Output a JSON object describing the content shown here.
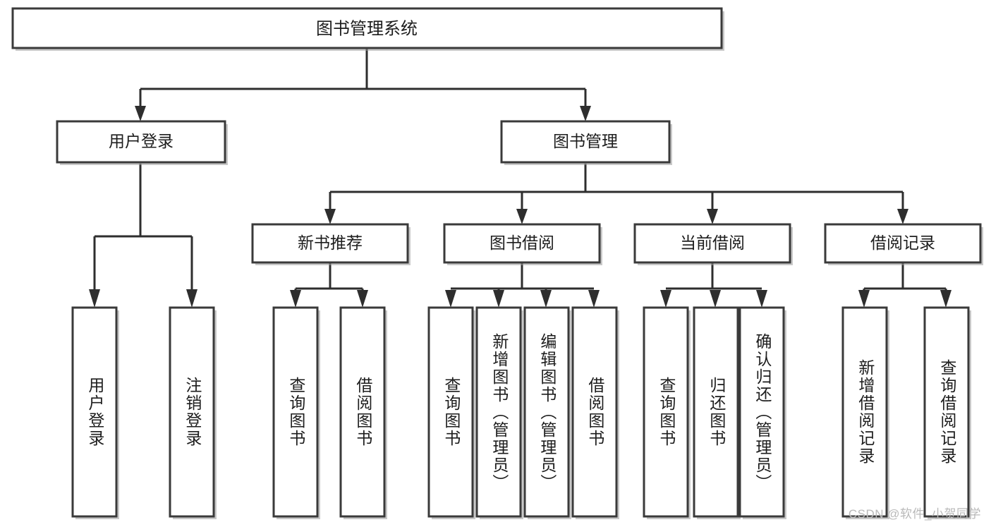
{
  "diagram": {
    "type": "tree",
    "title": "图书管理系统",
    "watermark": "CSDN @软件_小贺同学",
    "colors": {
      "background": "#ffffff",
      "box_fill": "#ffffff",
      "box_stroke": "#3a3a3a",
      "edge": "#2e2e2e",
      "text": "#1d1d1d",
      "watermark": "#b9b9b9"
    },
    "levels": {
      "root": {
        "label": "图书管理系统"
      },
      "level2": [
        {
          "label": "用户登录"
        },
        {
          "label": "图书管理"
        }
      ],
      "level3": [
        {
          "label": "新书推荐"
        },
        {
          "label": "图书借阅"
        },
        {
          "label": "当前借阅"
        },
        {
          "label": "借阅记录"
        }
      ]
    },
    "leaves": {
      "user_login": [
        {
          "label": "用户登录"
        },
        {
          "label": "注销登录"
        }
      ],
      "new_book_recommend": [
        {
          "label": "查询图书"
        },
        {
          "label": "借阅图书"
        }
      ],
      "book_borrow": [
        {
          "label": "查询图书"
        },
        {
          "label": "新增图书（管理员）"
        },
        {
          "label": "编辑图书（管理员）"
        },
        {
          "label": "借阅图书"
        }
      ],
      "current_borrow": [
        {
          "label": "查询图书"
        },
        {
          "label": "归还图书"
        },
        {
          "label": "确认归还（管理员）"
        }
      ],
      "borrow_record": [
        {
          "label": "新增借阅记录"
        },
        {
          "label": "查询借阅记录"
        }
      ]
    }
  }
}
